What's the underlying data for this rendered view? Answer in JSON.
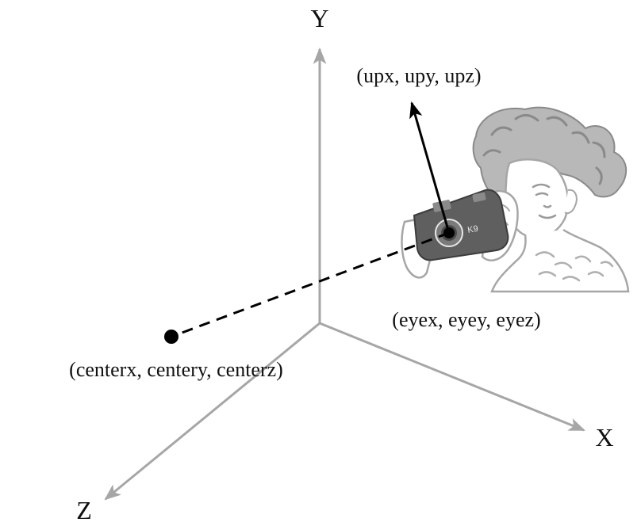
{
  "axes": {
    "x_label": "X",
    "y_label": "Y",
    "z_label": "Z"
  },
  "points": {
    "up_label": "(upx, upy, upz)",
    "eye_label": "(eyex, eyey, eyez)",
    "center_label": "(centerx, centery, centerz)"
  },
  "colors": {
    "axis": "#a6a6a6",
    "vector": "#000000",
    "illustration": "#b8b8b8",
    "camera": "#5f5f5f"
  },
  "icons": {
    "illustration": "woman-with-camera-icon"
  }
}
